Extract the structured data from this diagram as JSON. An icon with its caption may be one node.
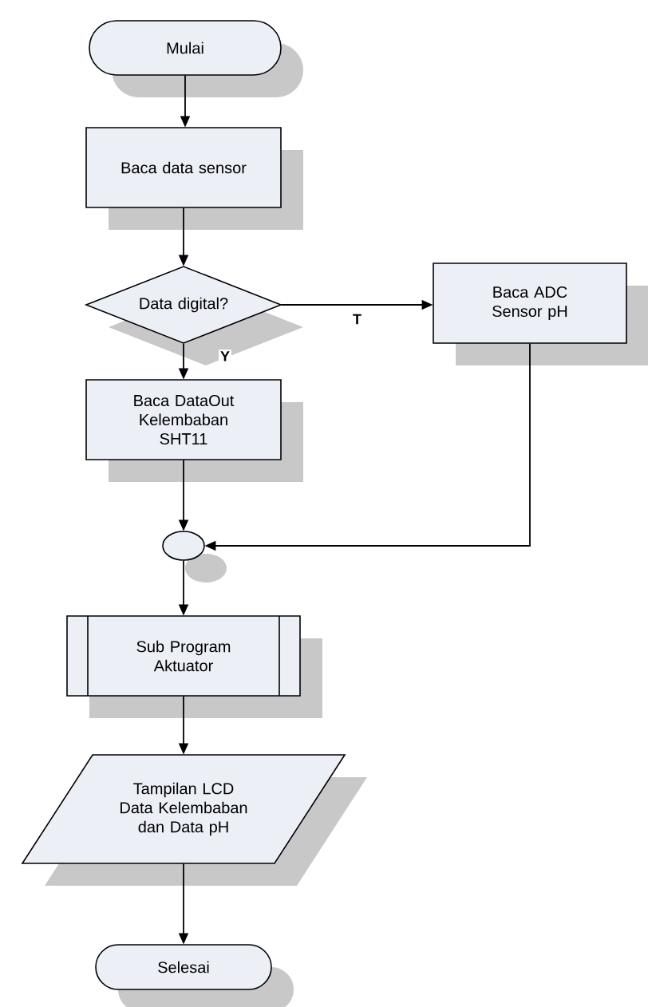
{
  "diagram": {
    "nodes": [
      {
        "text": [
          "Mulai"
        ]
      },
      {
        "text": [
          "Baca data sensor"
        ]
      },
      {
        "text": [
          "Data digital?"
        ]
      },
      {
        "text": [
          "Baca DataOut Kelembaban SHT11"
        ]
      },
      {
        "text": [
          "Baca ADC Sensor pH"
        ]
      },
      {
        "text": [],
        "shape": "circle"
      },
      {
        "text": [
          "Sub Program Aktuator"
        ]
      },
      {
        "text": [
          "Tampilan LCD Data Kelembaban dan Data pH"
        ]
      },
      {
        "text": [
          "Selesai"
        ]
      }
    ],
    "edges": [
      {
        "from": 0,
        "to": 1,
        "arrow": "to"
      },
      {
        "from": 1,
        "to": 2,
        "arrow": "to"
      },
      {
        "from": 2,
        "to": 3,
        "arrow": "to",
        "label": "Y"
      },
      {
        "from": 2,
        "to": 4,
        "arrow": "to",
        "label": "T"
      },
      {
        "from": 3,
        "to": 5,
        "arrow": "to"
      },
      {
        "from": 4,
        "to": 5,
        "arrow": "to"
      },
      {
        "from": 5,
        "to": 6,
        "arrow": "to"
      },
      {
        "from": 6,
        "to": 7,
        "arrow": "to"
      },
      {
        "from": 7,
        "to": 8,
        "arrow": "to"
      }
    ]
  }
}
